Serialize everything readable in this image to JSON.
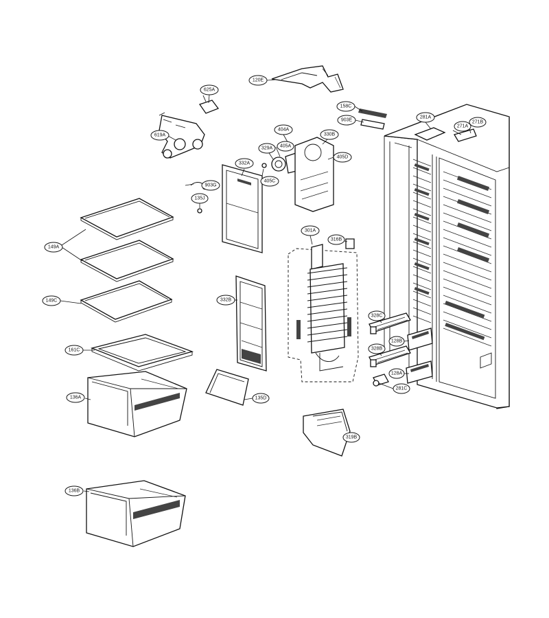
{
  "labels": {
    "p120E": "120E",
    "p625A": "625A",
    "p158C": "158C",
    "p903E": "903E",
    "p281A": "281A",
    "p271A": "271A",
    "p271B": "271B",
    "p619A": "619A",
    "p404A": "404A",
    "p330B": "330B",
    "p405A": "405A",
    "p329A": "329A",
    "p405D": "405D",
    "p332A": "332A",
    "p405C": "405C",
    "p903G": "903G",
    "p135J": "135J",
    "p149A": "149A",
    "p301A": "301A",
    "p316B": "316B",
    "p149C": "149C",
    "p332B": "332B",
    "p328C": "328C",
    "p128B": "128B",
    "p328B": "328B",
    "p161C": "161C",
    "p128A": "128A",
    "p281C": "281C",
    "p136A": "136A",
    "p135D": "135D",
    "p319B": "319B",
    "p136B": "136B"
  }
}
